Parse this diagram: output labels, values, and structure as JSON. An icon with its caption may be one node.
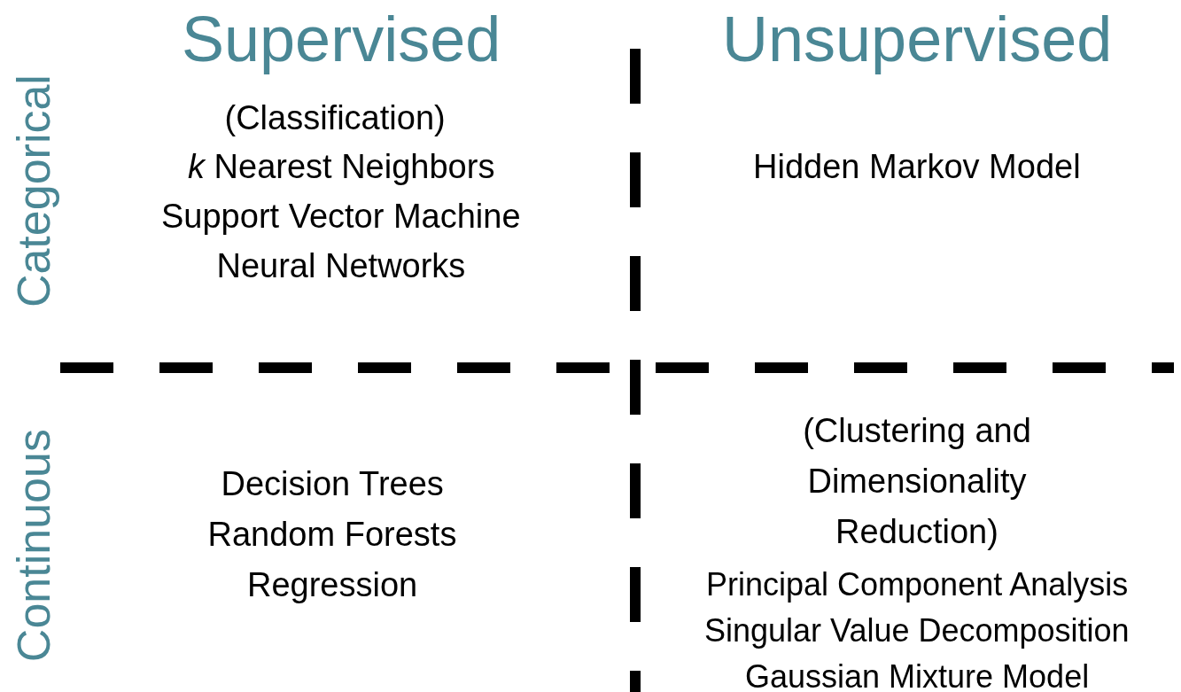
{
  "diagram": {
    "labels": [
      "Supervised",
      "Unsupervised",
      "Categorical",
      "Continuous",
      "(Classification)",
      "*k* Nearest Neighbors",
      "Support Vector Machine",
      "Neural Networks",
      "Hidden Markov Model",
      "Decision Trees",
      "Random Forests",
      "Regression",
      "(Clustering and Dimensionality Reduction)",
      "Principal Component Analysis",
      "Singular Value Decomposition",
      "Gaussian Mixture Model"
    ]
  }
}
